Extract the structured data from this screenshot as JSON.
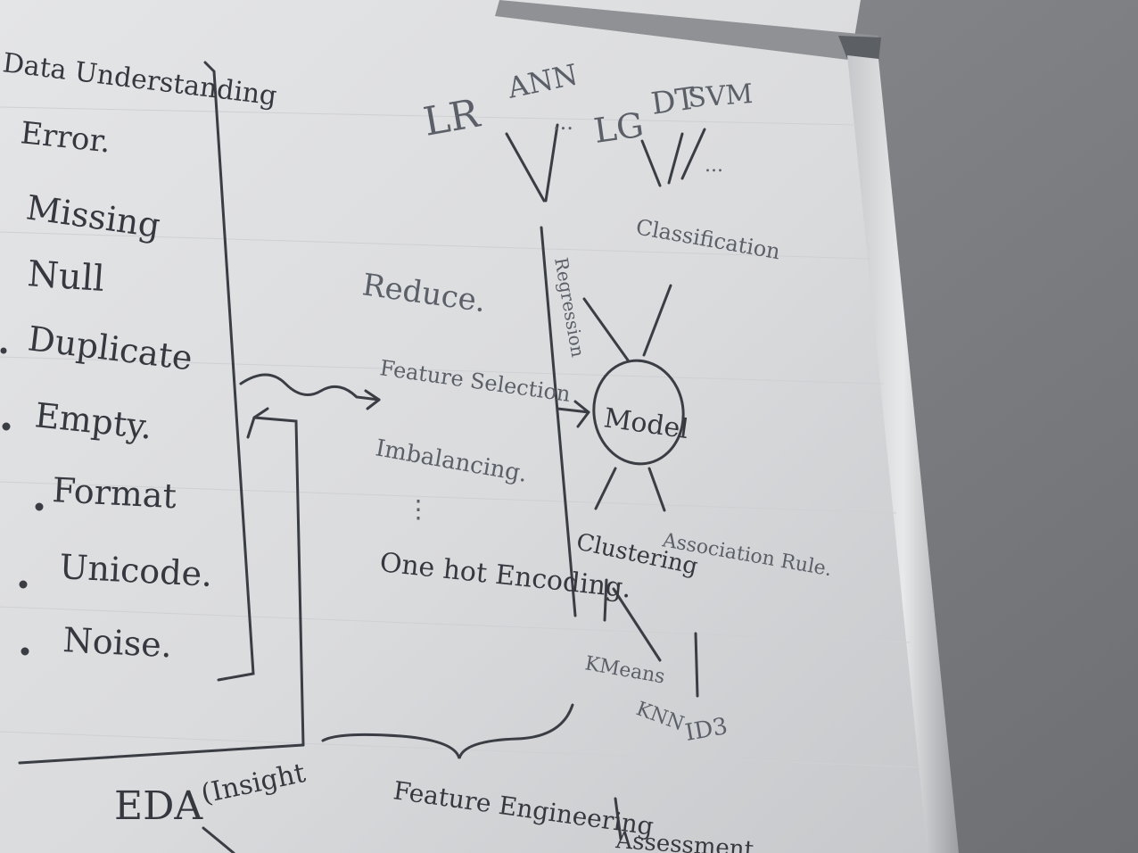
{
  "left_list": {
    "heading": "Data Understanding",
    "items": [
      "Error.",
      "Missing",
      "Null",
      "Duplicate",
      "Empty.",
      "Format",
      "Unicode.",
      "Noise."
    ]
  },
  "middle": {
    "items": [
      "Reduce.",
      "Feature Selection",
      "Imbalancing.",
      "One hot Encoding."
    ],
    "ellipsis": "⋮"
  },
  "top_algorithms": {
    "left": [
      "LR",
      "ANN",
      "..."
    ],
    "right": [
      "LG",
      "DT",
      "SVM",
      "..."
    ]
  },
  "model_map": {
    "center": "Model",
    "branches": [
      "Regression",
      "Classification",
      "Clustering",
      "Association Rule."
    ],
    "clustering_algos": [
      "KMeans",
      "KNN"
    ],
    "association_algos": [
      "ID3"
    ]
  },
  "bottom": {
    "eda": "EDA",
    "insight": "(Insight",
    "feature_engineering": "Feature Engineering",
    "assessment": "Assessment"
  },
  "colors": {
    "board": "#dfe0e2",
    "ink": "#35383f",
    "frame": "#a9abae",
    "wall": "#7d7f83"
  }
}
